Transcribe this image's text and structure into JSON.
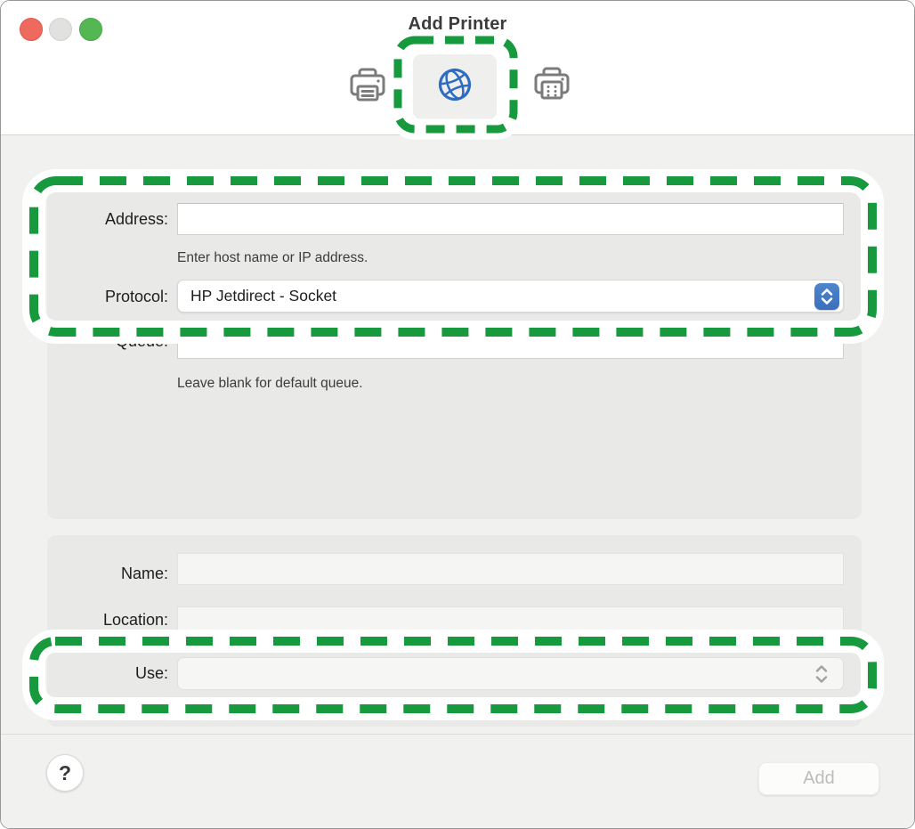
{
  "window": {
    "title": "Add Printer",
    "traffic_lights": {
      "close_color": "#ee6a5f",
      "minimize_color": "#e1e1df",
      "zoom_color": "#55b754"
    }
  },
  "toolbar": {
    "tabs": [
      {
        "id": "default-printer",
        "icon": "printer-icon",
        "selected": false
      },
      {
        "id": "ip-printer",
        "icon": "globe-icon",
        "selected": true
      },
      {
        "id": "windows-printer",
        "icon": "shared-printer-icon",
        "selected": false
      }
    ],
    "selected_tab_bg": "#efefee"
  },
  "ip_form": {
    "address": {
      "label": "Address:",
      "value": "",
      "help": "Enter host name or IP address."
    },
    "protocol": {
      "label": "Protocol:",
      "value": "HP Jetdirect - Socket"
    },
    "queue": {
      "label": "Queue:",
      "value": "",
      "help": "Leave blank for default queue."
    }
  },
  "printer_form": {
    "name": {
      "label": "Name:",
      "value": "",
      "disabled": true
    },
    "location": {
      "label": "Location:",
      "value": "",
      "disabled": true
    },
    "use": {
      "label": "Use:",
      "value": "",
      "disabled": true
    }
  },
  "footer": {
    "help_button": "?",
    "add_button": "Add",
    "add_enabled": false
  },
  "annotations": {
    "color": "#17993d",
    "casing_color": "#ffffff",
    "targets": [
      "ip-printer-tab",
      "address-and-protocol-rows",
      "use-row"
    ]
  },
  "colors": {
    "accent_blue": "#3d76c2",
    "globe_blue": "#2e6cc1",
    "panel_gray": "#e9e9e8",
    "content_bg": "#f1f1ef"
  }
}
